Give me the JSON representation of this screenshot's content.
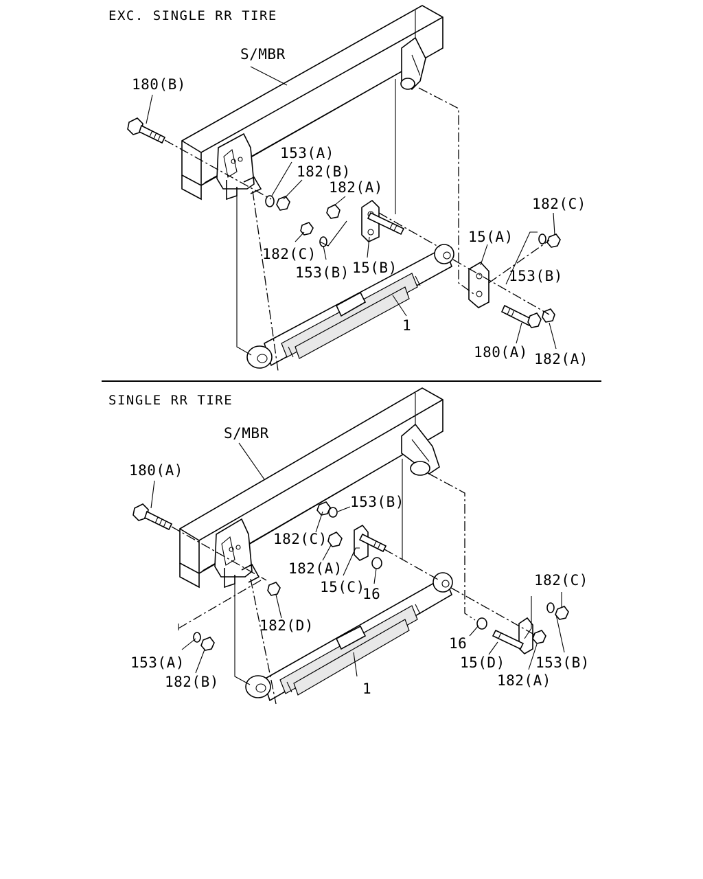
{
  "divider_color": "#000000",
  "section_top": {
    "title": "EXC. SINGLE RR TIRE",
    "labels": {
      "smbr": "S/MBR",
      "p180b": "180(B)",
      "p153a": "153(A)",
      "p182b": "182(B)",
      "p182a_upper": "182(A)",
      "p182c_left": "182(C)",
      "p153b_left": "153(B)",
      "p15b": "15(B)",
      "p15a": "15(A)",
      "p182c_right": "182(C)",
      "p153b_right": "153(B)",
      "p1": "1",
      "p180a": "180(A)",
      "p182a_lower": "182(A)"
    }
  },
  "section_bottom": {
    "title": "SINGLE RR TIRE",
    "labels": {
      "smbr": "S/MBR",
      "p180a": "180(A)",
      "p153b_top": "153(B)",
      "p182c_mid": "182(C)",
      "p182a_mid": "182(A)",
      "p15c": "15(C)",
      "p16_mid": "16",
      "p182d": "182(D)",
      "p153a": "153(A)",
      "p182b": "182(B)",
      "p1": "1",
      "p182c_right": "182(C)",
      "p16_right": "16",
      "p15d": "15(D)",
      "p153b_right": "153(B)",
      "p182a_right": "182(A)"
    }
  }
}
